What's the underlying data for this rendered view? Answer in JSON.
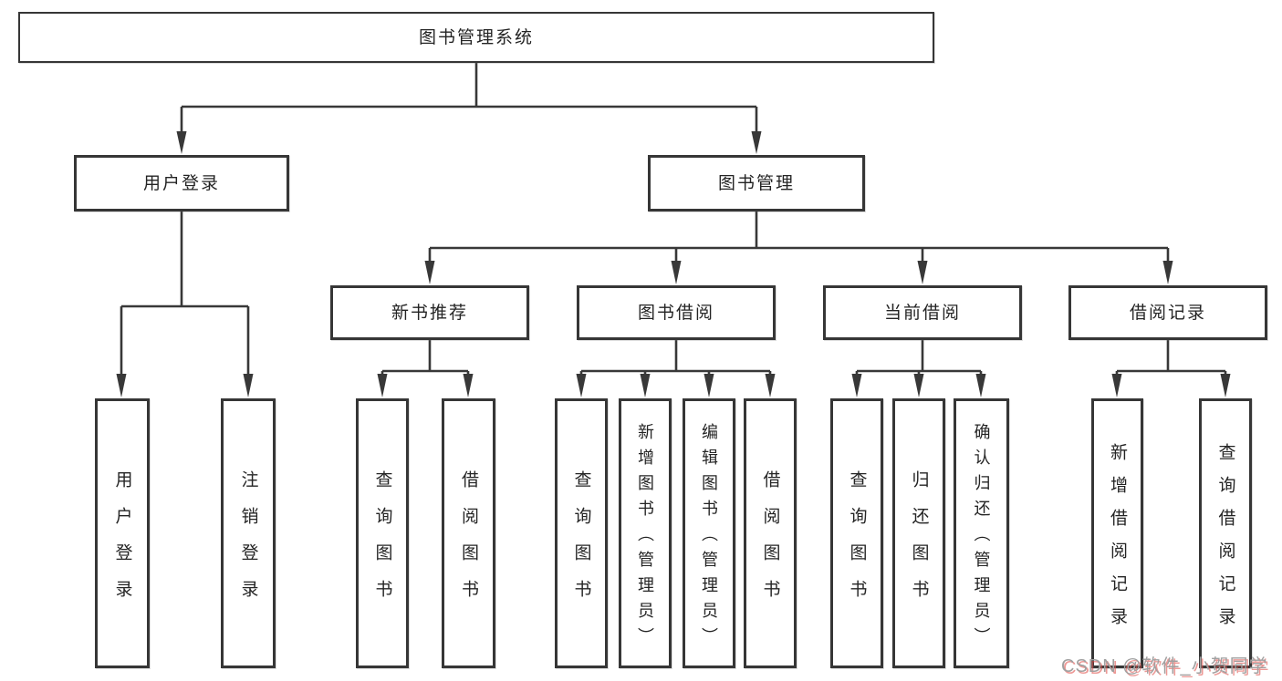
{
  "diagram": {
    "title_hint": "library management system feature tree",
    "root": {
      "label": "图书管理系统"
    },
    "level2": [
      {
        "label": "用户登录"
      },
      {
        "label": "图书管理"
      }
    ],
    "level3": [
      {
        "label": "新书推荐"
      },
      {
        "label": "图书借阅"
      },
      {
        "label": "当前借阅"
      },
      {
        "label": "借阅记录"
      }
    ],
    "leaves": {
      "user_login": [
        "用户登录",
        "注销登录"
      ],
      "new_book": [
        "查询图书",
        "借阅图书"
      ],
      "book_borrow": [
        "查询图书",
        "新增图书（管理员）",
        "编辑图书（管理员）",
        "借阅图书"
      ],
      "current_borrow": [
        "查询图书",
        "归还图书",
        "确认归还（管理员）"
      ],
      "borrow_record": [
        "新增借阅记录",
        "查询借阅记录"
      ]
    }
  },
  "watermark": {
    "text": "CSDN @软件_小贺同学"
  },
  "colors": {
    "line": "#383838",
    "box_border": "#363636",
    "text": "#242424",
    "background": "#ffffff",
    "watermark_gray": "#a0a0a0",
    "watermark_red": "#e15550"
  }
}
